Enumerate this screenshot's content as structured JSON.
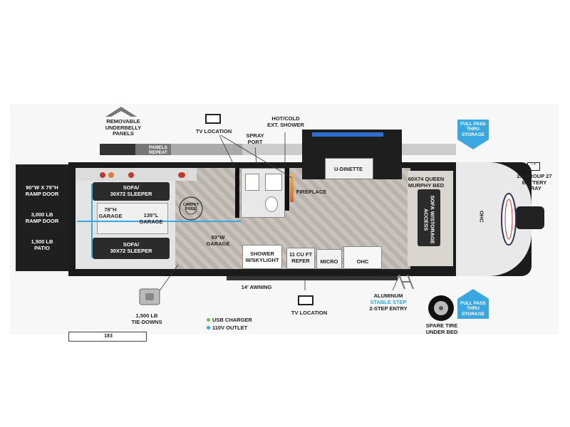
{
  "colors": {
    "accent_blue": "#3aa7e0",
    "usb_green": "#6cc04a",
    "outlet_blue": "#3aa7e0",
    "shell": "#1b1b1b"
  },
  "labels": {
    "removable_underbelly": "REMOVABLE\nUNDERBELLY\nPANELS",
    "panels_repeat": "PANELS\nREPEAT",
    "tv_location_top": "TV LOCATION",
    "spray_port": "SPRAY\nPORT",
    "hot_cold_shower": "HOT/COLD\nEXT. SHOWER",
    "full_pass_top": "FULL PASS\nTHRU\nSTORAGE",
    "battery": "2X GROUP 27\nBATTERY\nTRAY",
    "ramp_size": "90\"W x 75\"H\nRAMP DOOR",
    "ramp_weight": "3,000 LB\nRAMP DOOR",
    "patio_weight": "1,500 LB\nPATIO",
    "sofa_top": "SOFA/\n30x72 SLEEPER",
    "garage_height": "78\"H\nGARAGE",
    "garage_length": "135\"L\nGARAGE",
    "sofa_bottom": "SOFA/\n30x72 SLEEPER",
    "carpet_free": "CARPET\nFREE",
    "garage_width": "93\"W\nGARAGE",
    "u_dinette": "U-DINETTE",
    "fireplace": "FIREPLACE",
    "murphy_bed": "60X74 QUEEN\nMURPHY BED",
    "sofa_storage": "SOFA W/STORAGE\nACCESS",
    "ohc_front": "OHC",
    "shower": "SHOWER\nw/SKYLIGHT",
    "refer": "11 CU FT\nREFER",
    "micro": "MICRO",
    "ohc_kitchen": "OHC",
    "awning": "14' AWNING",
    "tie_downs": "1,500 LB\nTIE-DOWNS",
    "tv_location_bottom": "TV LOCATION",
    "aluminum_step_1": "ALUMINUM",
    "aluminum_step_2": "STABLE STEP",
    "aluminum_step_3": "2-STEP ENTRY",
    "spare_tire": "SPARE TIRE\nUNDER BED",
    "full_pass_bottom": "FULL PASS\nTHRU\nSTORAGE",
    "usb_charger": "USB CHARGER",
    "outlet": "110V OUTLET",
    "battery_symbol": "- +",
    "model_partial": "183"
  }
}
